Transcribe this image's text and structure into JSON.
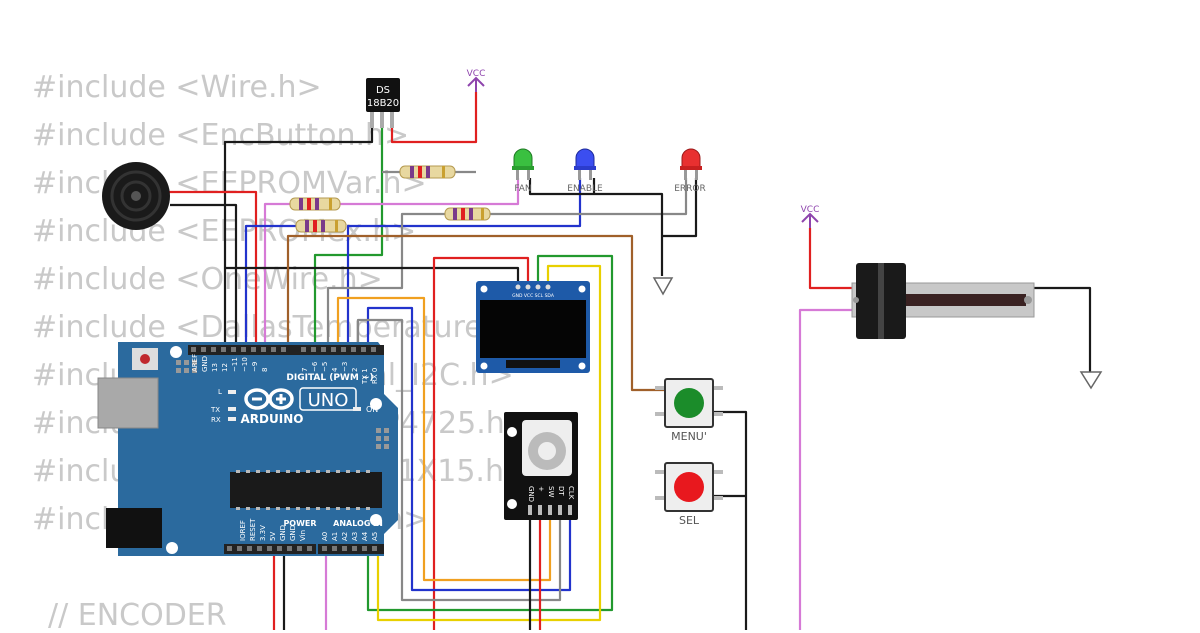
{
  "code": {
    "lines": [
      "#include <Wire.h>",
      "#include <EncButton.h>",
      "#include <EEPROMVar.h>",
      "#include <EEPROMex.h>",
      "#include <OneWire.h>",
      "#include <DallasTemperature.h>",
      "#include <LiquidCrystal_I2C.h>",
      "#include <Adafruit_MCP4725.h>",
      "#include <Adafruit_ADS1X15.h>",
      "#include <EncButton2.h>"
    ],
    "comment": "// ENCODER"
  },
  "sensor": {
    "line1": "DS",
    "line2": "18B20"
  },
  "vcc": {
    "top": "VCC",
    "right": "VCC"
  },
  "leds": {
    "fan": "FAN",
    "enable": "ENABLE",
    "error": "ERROR"
  },
  "buttons": {
    "menu": "MENU'",
    "sel": "SEL"
  },
  "arduino": {
    "brand": "ARDUINO",
    "model": "UNO",
    "digital": "DIGITAL (PWM ~)",
    "analog": "ANALOG IN",
    "power": "POWER",
    "on": "ON",
    "l": "L",
    "tx": "TX",
    "rx": "RX",
    "aref": "AREF",
    "gnd": "GND",
    "digital_pins": [
      "13",
      "12",
      "~11",
      "~10",
      "~9",
      "8",
      "7",
      "~6",
      "~5",
      "4",
      "~3",
      "2",
      "TX 1",
      "RX 0"
    ],
    "analog_pins": [
      "A0",
      "A1",
      "A2",
      "A3",
      "A4",
      "A5"
    ],
    "power_pins": [
      "IOREF",
      "RESET",
      "3.3V",
      "5V",
      "GND",
      "GND",
      "Vin"
    ]
  },
  "oled": {
    "pins": "GND VCC SCL SDA"
  },
  "encoder": {
    "pins": [
      "CLK",
      "DT",
      "SW",
      "+",
      "GND"
    ]
  },
  "colors": {
    "code_text": "#c9c9c9",
    "board": "#2b6a9e",
    "red": "#e02020",
    "black": "#1a1a1a",
    "green": "#22992e",
    "blue": "#2233cc",
    "purple": "#d67ad6",
    "orange": "#f0a020",
    "yellow": "#e8d000",
    "brown": "#a0602a",
    "gray": "#888888"
  }
}
